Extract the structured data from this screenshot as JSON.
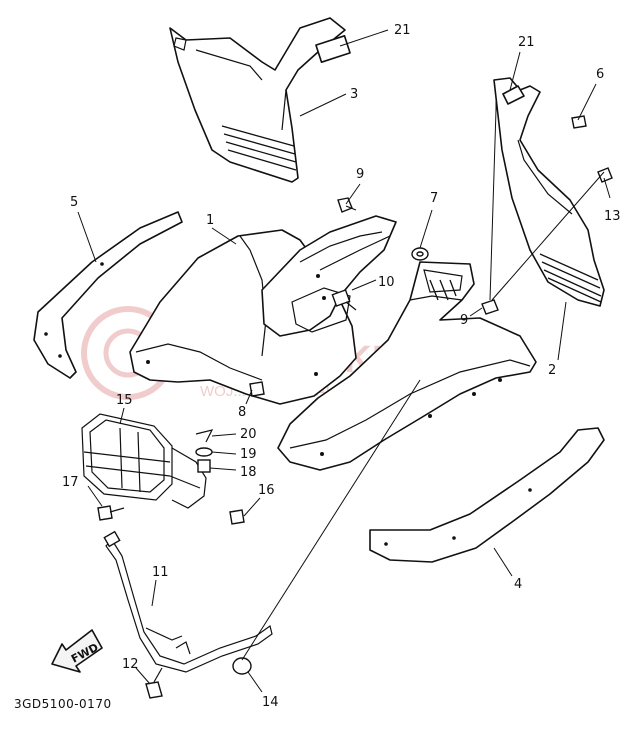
{
  "diagram": {
    "catalog_code": "3GD5100-0170",
    "direction_label": "FWD",
    "watermark": {
      "main": "YAMA-SKLEP.PL",
      "sub": "WOJ... ...CZ I DEAL... ...AMAHA"
    },
    "callouts": [
      "21",
      "3",
      "21",
      "6",
      "5",
      "1",
      "9",
      "7",
      "13",
      "10",
      "9",
      "2",
      "15",
      "8",
      "20",
      "19",
      "18",
      "17",
      "16",
      "11",
      "4",
      "12",
      "14"
    ]
  },
  "colors": {
    "line": "#111111",
    "watermark": "#e6a3a3"
  }
}
